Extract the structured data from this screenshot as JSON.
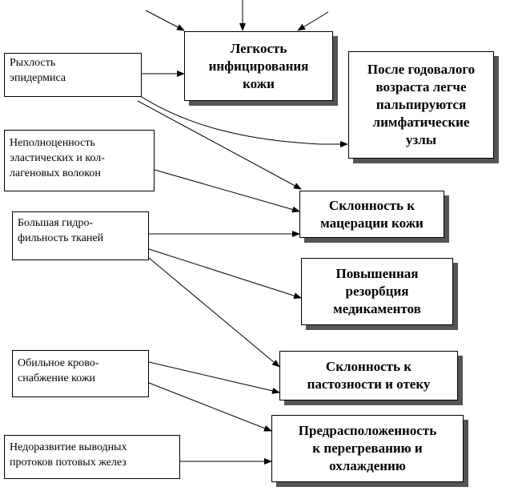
{
  "causes": [
    {
      "id": "epidermis",
      "lines": [
        "Рыхлость",
        "эпидермиса"
      ]
    },
    {
      "id": "fibers",
      "lines": [
        "Неполноценность",
        "эластических и кол-",
        "лагеновых волокон"
      ]
    },
    {
      "id": "hydro",
      "lines": [
        "Большая гидро-",
        "фильность тканей"
      ]
    },
    {
      "id": "blood",
      "lines": [
        "Обильное крово-",
        "снабжение кожи"
      ]
    },
    {
      "id": "ducts",
      "lines": [
        "Недоразвитие выводных",
        "протоков потовых желез"
      ]
    }
  ],
  "effects": [
    {
      "id": "infection",
      "lines": [
        "Легкость",
        "инфицирования",
        "кожи"
      ]
    },
    {
      "id": "lymph",
      "lines": [
        "После годовалого",
        "возраста легче",
        "пальпируются",
        "лимфатические",
        "узлы"
      ]
    },
    {
      "id": "maceration",
      "lines": [
        "Склонность к",
        "мацерации кожи"
      ]
    },
    {
      "id": "resorption",
      "lines": [
        "Повышенная",
        "резорбция",
        "медикаментов"
      ]
    },
    {
      "id": "edema",
      "lines": [
        "Склонность к",
        "пастозности и отеку"
      ]
    },
    {
      "id": "thermo",
      "lines": [
        "Предрасположенность",
        "к перегреванию и",
        "охлаждению"
      ]
    }
  ]
}
